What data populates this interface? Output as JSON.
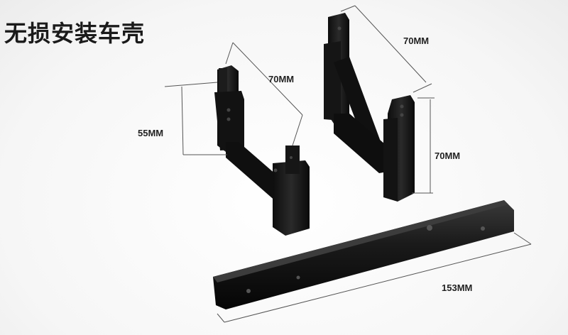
{
  "title": "无损安装车壳",
  "dimensions": {
    "left_depth": "70MM",
    "left_height": "55MM",
    "right_depth": "70MM",
    "right_height": "70MM",
    "bar_length": "153MM"
  },
  "colors": {
    "metal": "#141414",
    "highlight": "#3a3a3a",
    "line": "#555555"
  }
}
